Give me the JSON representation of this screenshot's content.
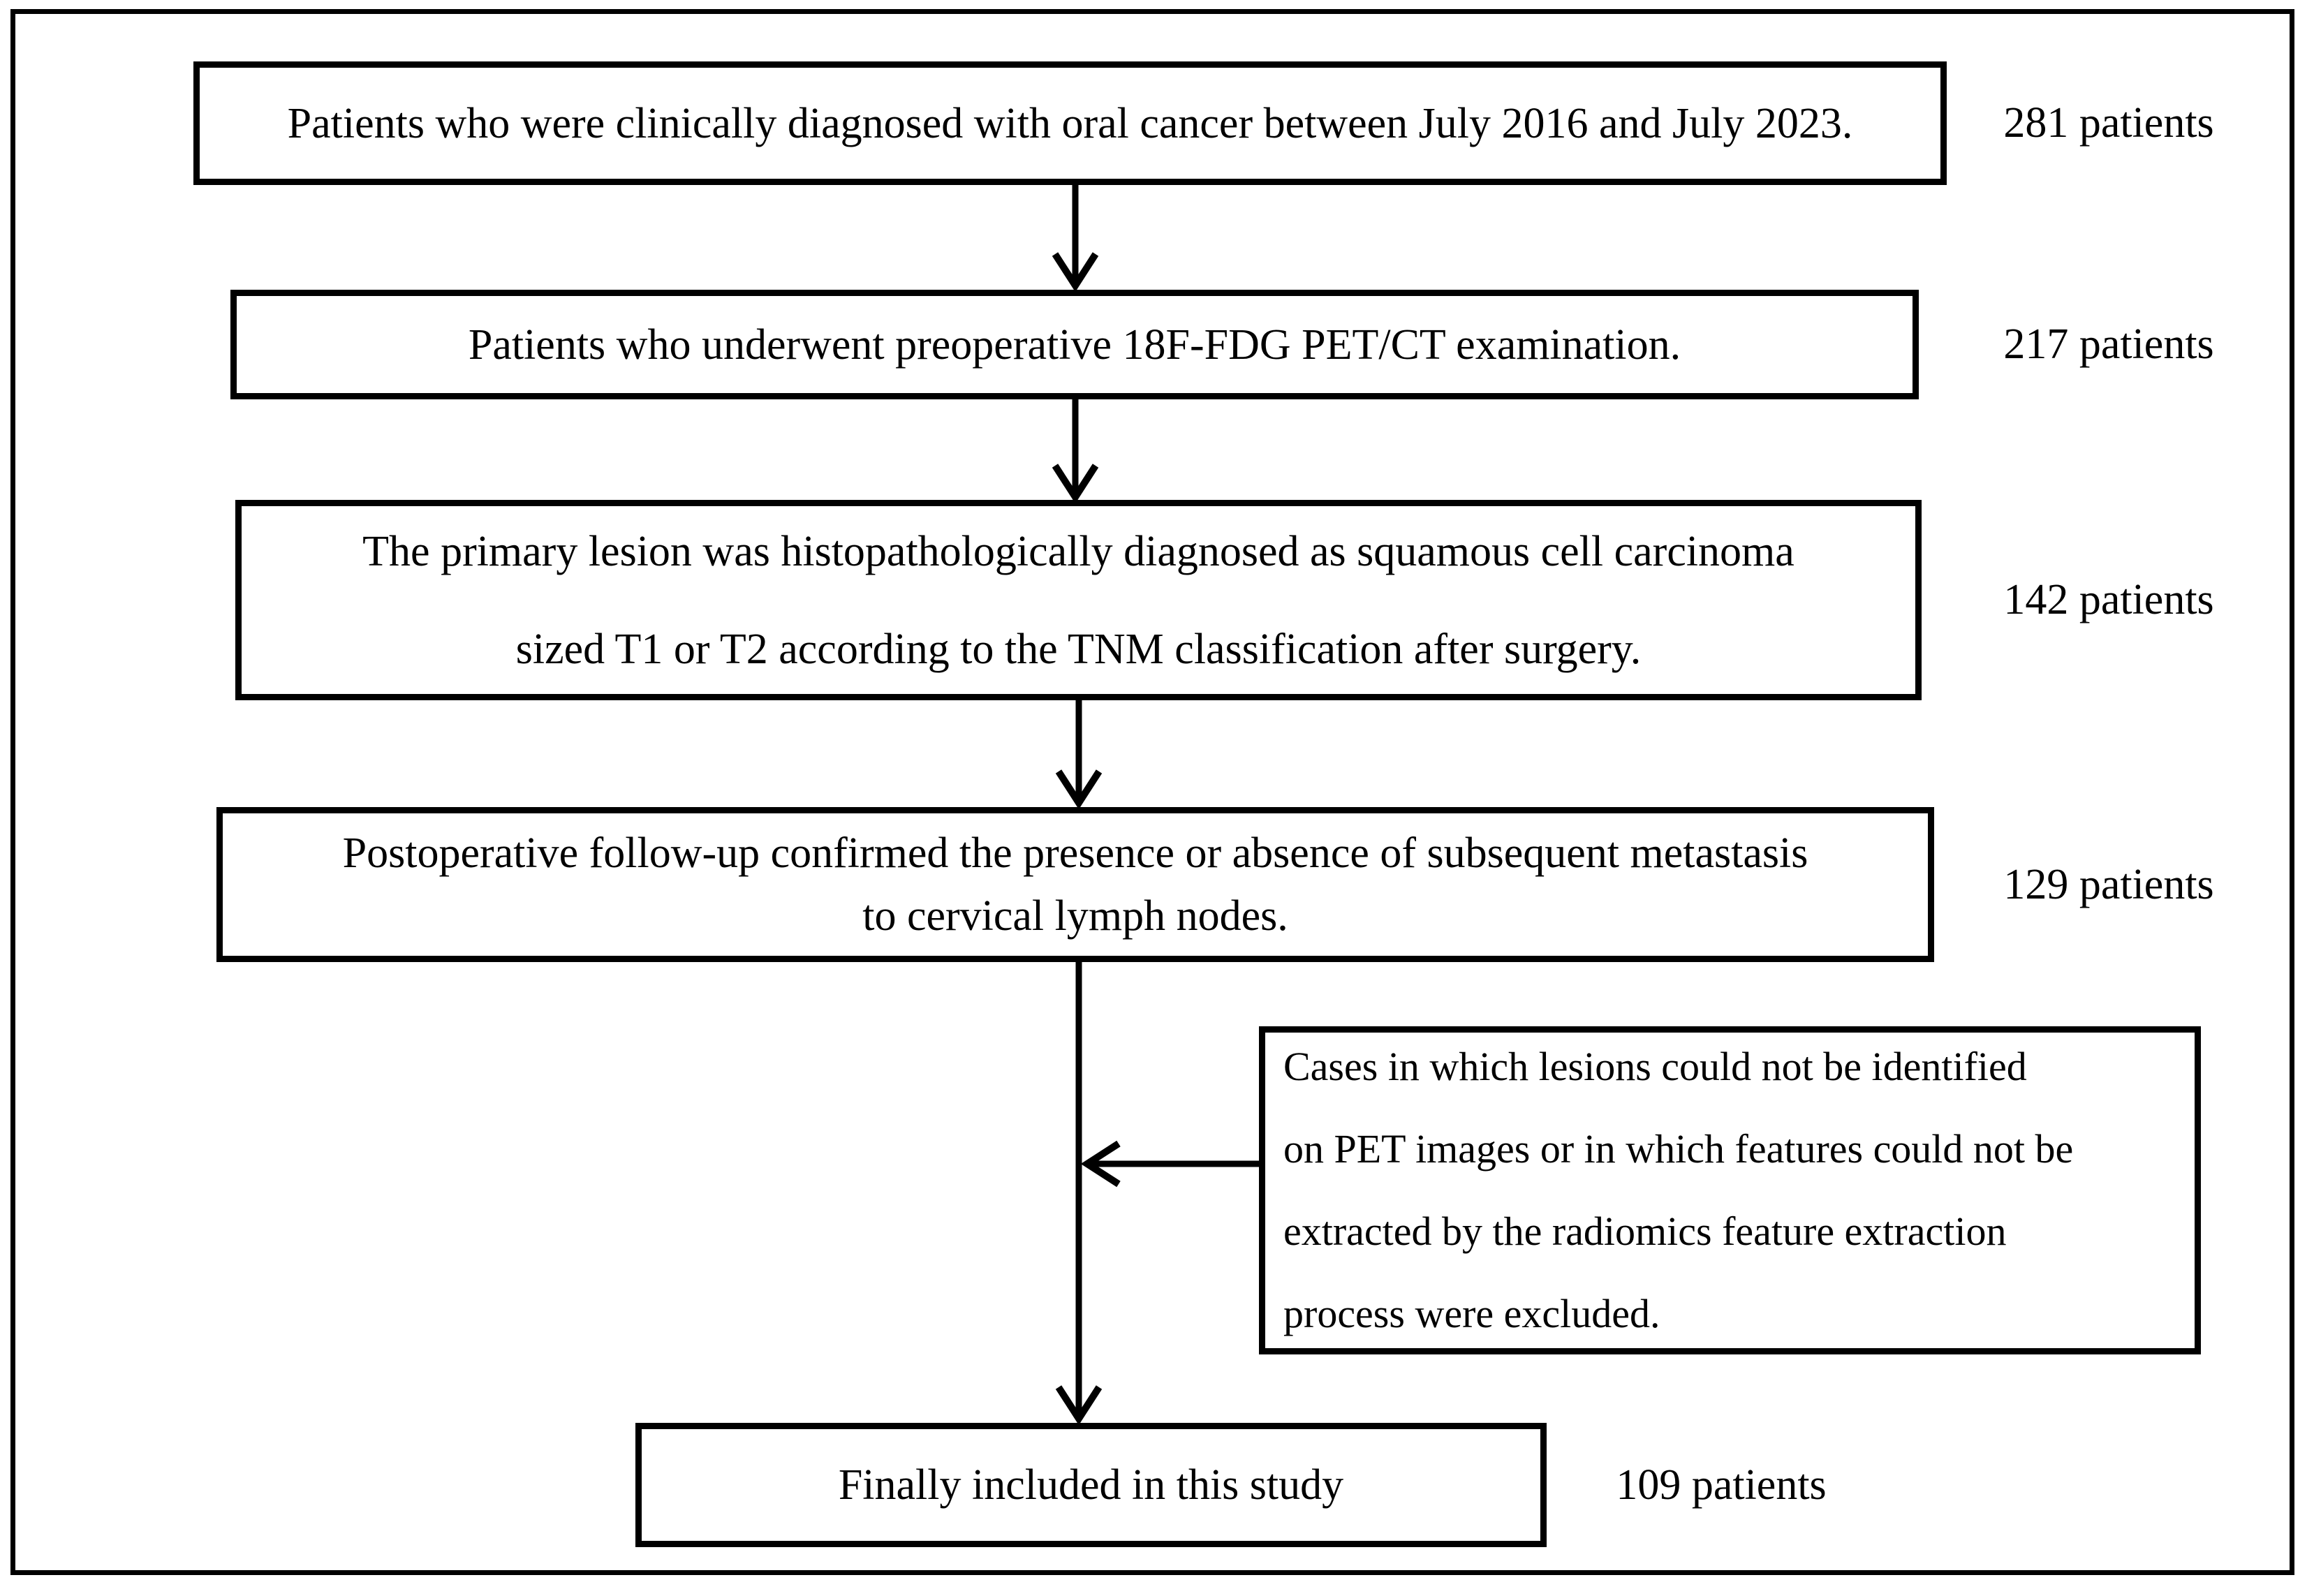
{
  "colors": {
    "line": "#000000",
    "background": "#ffffff"
  },
  "flow": {
    "step1": {
      "text": "Patients who were clinically diagnosed with oral cancer between July 2016 and July 2023.",
      "count": "281 patients"
    },
    "step2": {
      "text": "Patients who underwent preoperative 18F-FDG PET/CT examination.",
      "count": "217 patients"
    },
    "step3": {
      "lines": [
        "The primary lesion was histopathologically diagnosed as squamous cell carcinoma",
        "sized T1 or T2 according to the TNM classification after surgery."
      ],
      "count": "142 patients"
    },
    "step4": {
      "lines": [
        "Postoperative follow-up confirmed the presence or absence of subsequent metastasis",
        "to cervical lymph nodes."
      ],
      "count": "129 patients"
    },
    "exclusion": {
      "lines": [
        "Cases in which lesions could not be identified",
        "on PET images or in which features could not be",
        "extracted by the radiomics feature extraction",
        "process were excluded."
      ]
    },
    "final": {
      "text": "Finally included in this study",
      "count": "109 patients"
    }
  }
}
